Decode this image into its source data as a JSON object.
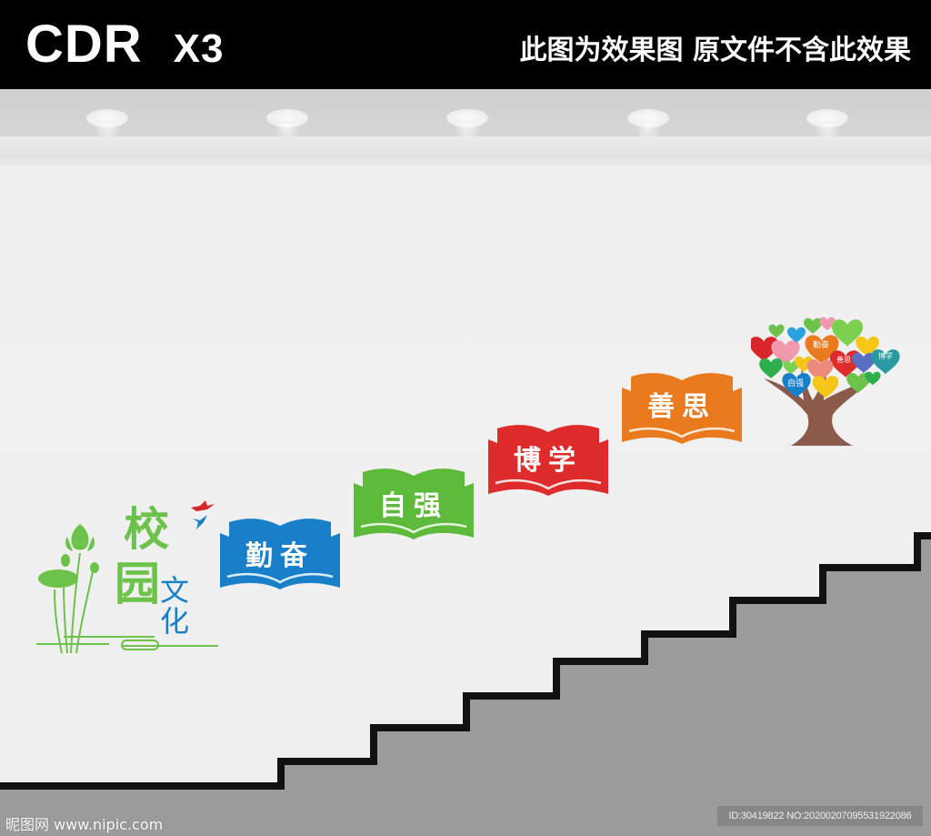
{
  "header": {
    "brand": "CDR",
    "version": "X3",
    "notice": "此图为效果图  原文件不含此效果"
  },
  "scene": {
    "ceiling_lights": 5,
    "wall_color": "#f0f0f0",
    "stair_fill_color": "#9b9b9b",
    "stair_line_color": "#111111"
  },
  "title": {
    "big_chars": [
      "校",
      "园"
    ],
    "small_chars": [
      "文",
      "化"
    ],
    "big_color": "#6cc24a",
    "small_color": "#1a7fc9"
  },
  "books": [
    {
      "label": "勤奋",
      "color": "#1a7fc9"
    },
    {
      "label": "自强",
      "color": "#5dba3a"
    },
    {
      "label": "博学",
      "color": "#de2b2b"
    },
    {
      "label": "善思",
      "color": "#ea7a1e"
    }
  ],
  "tree": {
    "heart_labels": [
      "勤奋",
      "善思",
      "博学",
      "自强"
    ],
    "trunk_color": "#8b5a4a"
  },
  "watermark": {
    "site": "昵图网 www.nipic.com",
    "id_text": "ID:30419822 NO:20200207095531922086"
  }
}
